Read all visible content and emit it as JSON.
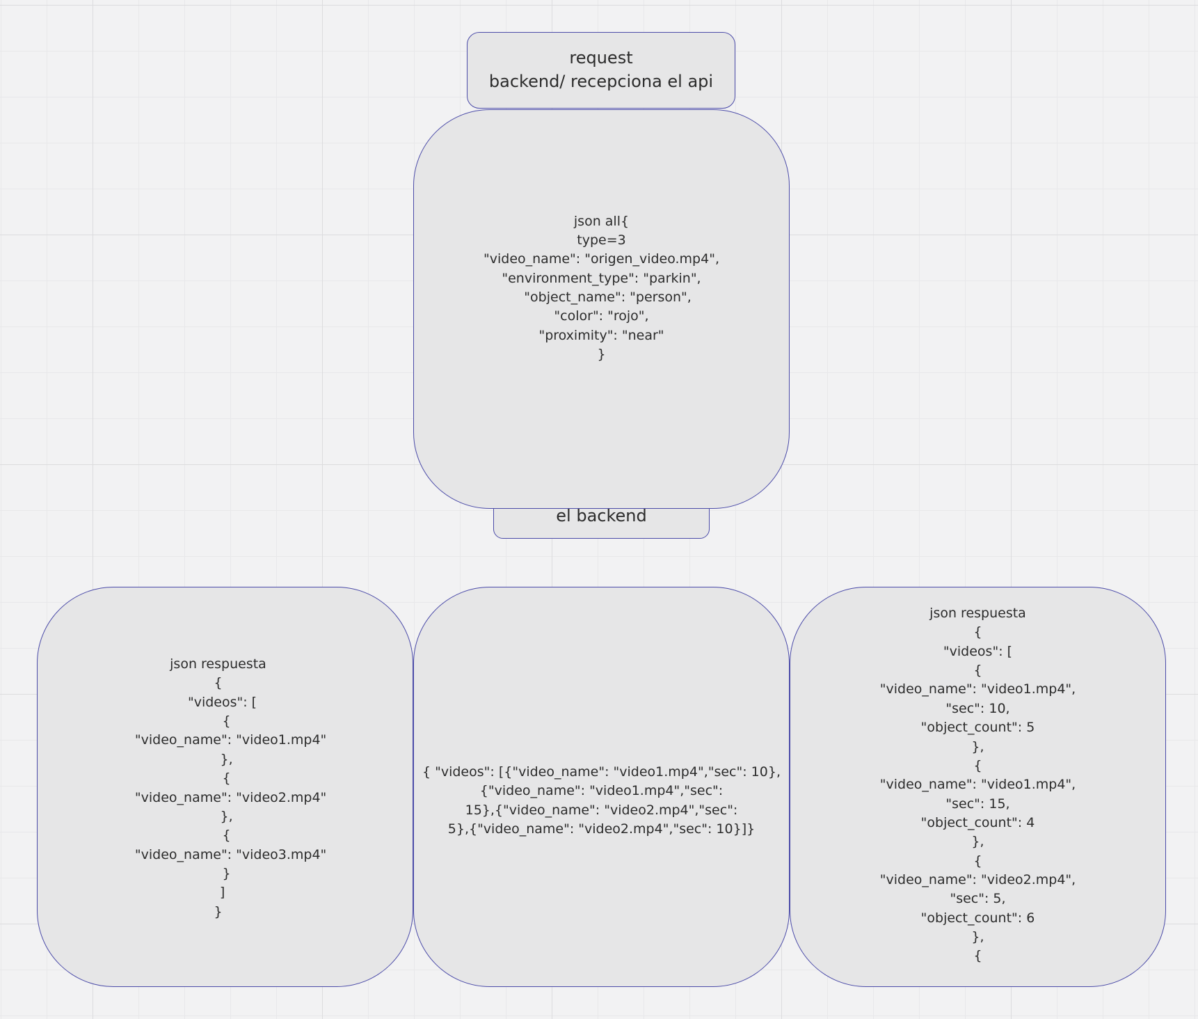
{
  "request_box": {
    "text": "request\nbackend/ recepciona el api"
  },
  "json_all_box": {
    "text": "json all{\ntype=3\n\"video_name\": \"origen_video.mp4\",\n\"environment_type\": \"parkin\",\n   \"object_name\": \"person\",\n\"color\": \"rojo\",\n\"proximity\": \"near\"\n}"
  },
  "backend_box": {
    "text": "el backend"
  },
  "response_left": {
    "text": "json respuesta\n{\n  \"videos\": [\n    {\n      \"video_name\": \"video1.mp4\"\n    },\n    {\n      \"video_name\": \"video2.mp4\"\n    },\n    {\n      \"video_name\": \"video3.mp4\"\n    }\n  ]\n}"
  },
  "response_middle": {
    "text": "{ \"videos\": [{\"video_name\": \"video1.mp4\",\"sec\": 10},\n{\"video_name\": \"video1.mp4\",\"sec\":\n15},{\"video_name\": \"video2.mp4\",\"sec\":\n5},{\"video_name\": \"video2.mp4\",\"sec\": 10}]}"
  },
  "response_right": {
    "text": "json respuesta\n{\n\"videos\": [\n{\n\"video_name\": \"video1.mp4\",\n\"sec\": 10,\n\"object_count\": 5\n},\n{\n\"video_name\": \"video1.mp4\",\n\"sec\": 15,\n\"object_count\": 4\n},\n{\n\"video_name\": \"video2.mp4\",\n\"sec\": 5,\n\"object_count\": 6\n},\n{"
  }
}
